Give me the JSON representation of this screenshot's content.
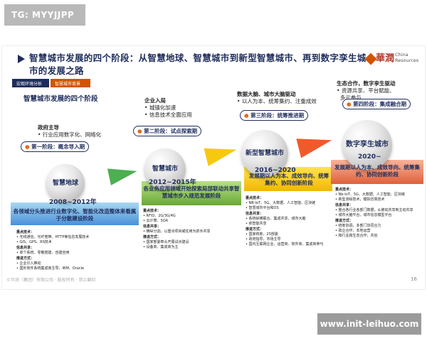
{
  "watermark_top": "TG: MYYJJPP",
  "watermark_bottom": "www.init-leihuo.com",
  "slide": {
    "title": "智慧城市发展的四个阶段：从智慧地球、智慧城市到新型智慧城市、再到数字孪生城市的发展之路",
    "logo_cn": "華潤",
    "logo_en": "China Resources",
    "breadcrumb": [
      "宏观环境分析",
      "智慧城市背景"
    ],
    "subtitle": "智慧城市发展的四个阶段",
    "footer": "©华润（集团）有限公司 · 版权所有 · 禁止翻印",
    "page_number": "16",
    "stages": [
      {
        "sphere": "智慧地球",
        "tag": "第一阶段：概念导入期",
        "driver_head": "政府主导",
        "drivers": [
          "行业应用数字化、网络化"
        ],
        "years": "2008~2012年",
        "band_text": "各领域分头推进行业数字化、智能化改造整体来看属于分散建设阶段",
        "detail": [
          {
            "h": "重点技术：",
            "items": [
              "无线通信、光纤宽带、HTTP等信息发展技术",
              "GIS、GPS、RS技术"
            ]
          },
          {
            "h": "信息共享：",
            "items": [
              "单个系统、零散搭建、自建自用"
            ]
          },
          {
            "h": "推进方式：",
            "items": [
              "企业引入推动",
              "国外软件系统集成商主导，IBM、Oracle"
            ]
          }
        ]
      },
      {
        "sphere": "智慧城市",
        "tag": "第二阶段：试点探索期",
        "driver_head": "企业入局",
        "drivers": [
          "城镇化加速",
          "信息技术全面应用"
        ],
        "years": "2012~2015年",
        "band_text": "各业务应用领域开始探索局部联动共享智慧城市步入规范发展阶段",
        "detail": [
          {
            "h": "重点技术：",
            "items": [
              "RFID、2G/3G/4G",
              "云计算、SOA"
            ]
          },
          {
            "h": "信息共享：",
            "items": [
              "横纵分割，以重点项目或任用为抓手共享"
            ]
          },
          {
            "h": "推进方式：",
            "items": [
              "国家部委牵头开展试点建设",
              "设备商、集成商为主"
            ]
          }
        ]
      },
      {
        "sphere": "新型智慧城市",
        "tag": "第三阶段：统筹推进期",
        "driver_head": "数据大脑、城市大脑驱动",
        "drivers": [
          "以人为本、统筹集约、注重成效"
        ],
        "years": "2016~2020",
        "band_text": "发展期以人为本、成效导向、统筹集约、协同创新阶段",
        "detail": [
          {
            "h": "重点技术：",
            "items": [
              "NB-IoT、5G、大数据、人工智能、区块链",
              "智慧城市平台和OS"
            ]
          },
          {
            "h": "信息共享：",
            "items": [
              "系统纵横联合、集成共享、城市大脑",
              "依智能共享"
            ]
          },
          {
            "h": "推进方式：",
            "items": [
              "国家统筹，25部委",
              "政府指导，市场主导",
              "国内互联网企业、运营商、软件商、集成商参与"
            ]
          }
        ]
      },
      {
        "sphere": "数字孪生城市",
        "tag": "第四阶段：集成融合期",
        "driver_head": "生态合作，数字孪生驱动",
        "drivers": [
          "资源共享、平台赋能、",
          "多元参与"
        ],
        "years": "2020~",
        "band_text": "发展期以人为本、成效导向、统筹集约、协同创新阶段",
        "detail": [
          {
            "h": "重点技术：",
            "items": [
              "Nb-IoT、5G、大数据、人工智能、区块链",
              "新型测绘技术，模拟仿真技术"
            ]
          },
          {
            "h": "信息共享：",
            "items": [
              "整合各行业各部门数据，从被动共享到主动共享",
              "城市大脑平台，城市信息模型平台"
            ]
          },
          {
            "h": "推进方式：",
            "items": [
              "统筹协调，多部门协同合力",
              "政企合作，本地运营",
              "跨行业跨生态合作，共创"
            ]
          }
        ]
      }
    ]
  }
}
